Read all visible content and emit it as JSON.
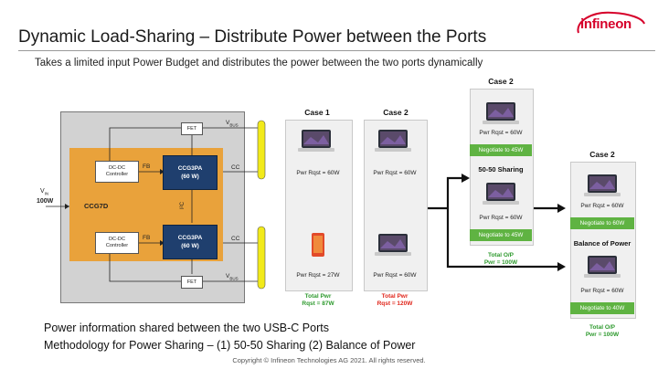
{
  "header": {
    "title": "Dynamic Load-Sharing – Distribute Power between the Ports",
    "subtitle": "Takes a limited input Power Budget and distributes the power between the two ports dynamically",
    "logo": "infineon"
  },
  "block_diagram": {
    "vin_label": "V",
    "vin_sub": "IN",
    "vin_value": "100W",
    "chip_label": "CCG7D",
    "dcdc1": "DC-DC Controller",
    "dcdc2": "DC-DC Controller",
    "fb1": "FB",
    "fb2": "FB",
    "ccg3pa1": [
      "CCG3PA",
      "(60 W)"
    ],
    "ccg3pa2": [
      "CCG3PA",
      "(60 W)"
    ],
    "i2c": "I²C",
    "fet1": "FET",
    "fet2": "FET",
    "vbus1": "V",
    "vbus1_sub": "BUS",
    "vbus2": "V",
    "vbus2_sub": "BUS",
    "cc1": "CC",
    "cc2": "CC"
  },
  "case1": {
    "heading": "Case 1",
    "req_top": "Pwr Rqst = 60W",
    "req_bottom": "Pwr Rqst = 27W",
    "total": [
      "Total Pwr",
      "Rqst = 87W"
    ]
  },
  "case2a": {
    "heading": "Case 2",
    "req_top": "Pwr Rqst = 60W",
    "req_bottom": "Pwr Rqst = 60W",
    "total": [
      "Total Pwr",
      "Rqst = 120W"
    ]
  },
  "case2_sharing": {
    "heading": "Case 2",
    "req_top": "Pwr Rqst = 60W",
    "neg_top": "Negotiate to 45W",
    "mode": "50-50 Sharing",
    "req_bottom": "Pwr Rqst = 60W",
    "neg_bottom": "Negotiate to 45W",
    "total": [
      "Total O/P",
      "Pwr = 100W"
    ]
  },
  "case2_balance": {
    "heading": "Case 2",
    "req_top": "Pwr Rqst = 60W",
    "neg_top": "Negotiate to 60W",
    "mode": "Balance of Power",
    "req_bottom": "Pwr Rqst = 60W",
    "neg_bottom": "Negotiate to 40W",
    "total": [
      "Total O/P",
      "Pwr = 100W"
    ]
  },
  "notes": {
    "line1": "Power information shared between the two USB-C Ports",
    "line2": "Methodology for Power Sharing – (1) 50-50 Sharing (2) Balance of Power"
  },
  "footer": "Copyright © Infineon Technologies AG 2021. All rights reserved.",
  "colors": {
    "chip": "#e9a23b",
    "ccg3pa": "#1f3f6e",
    "cable": "#f2ea1a",
    "negotiate": "#5fb342",
    "accent_red": "#d6002a"
  }
}
